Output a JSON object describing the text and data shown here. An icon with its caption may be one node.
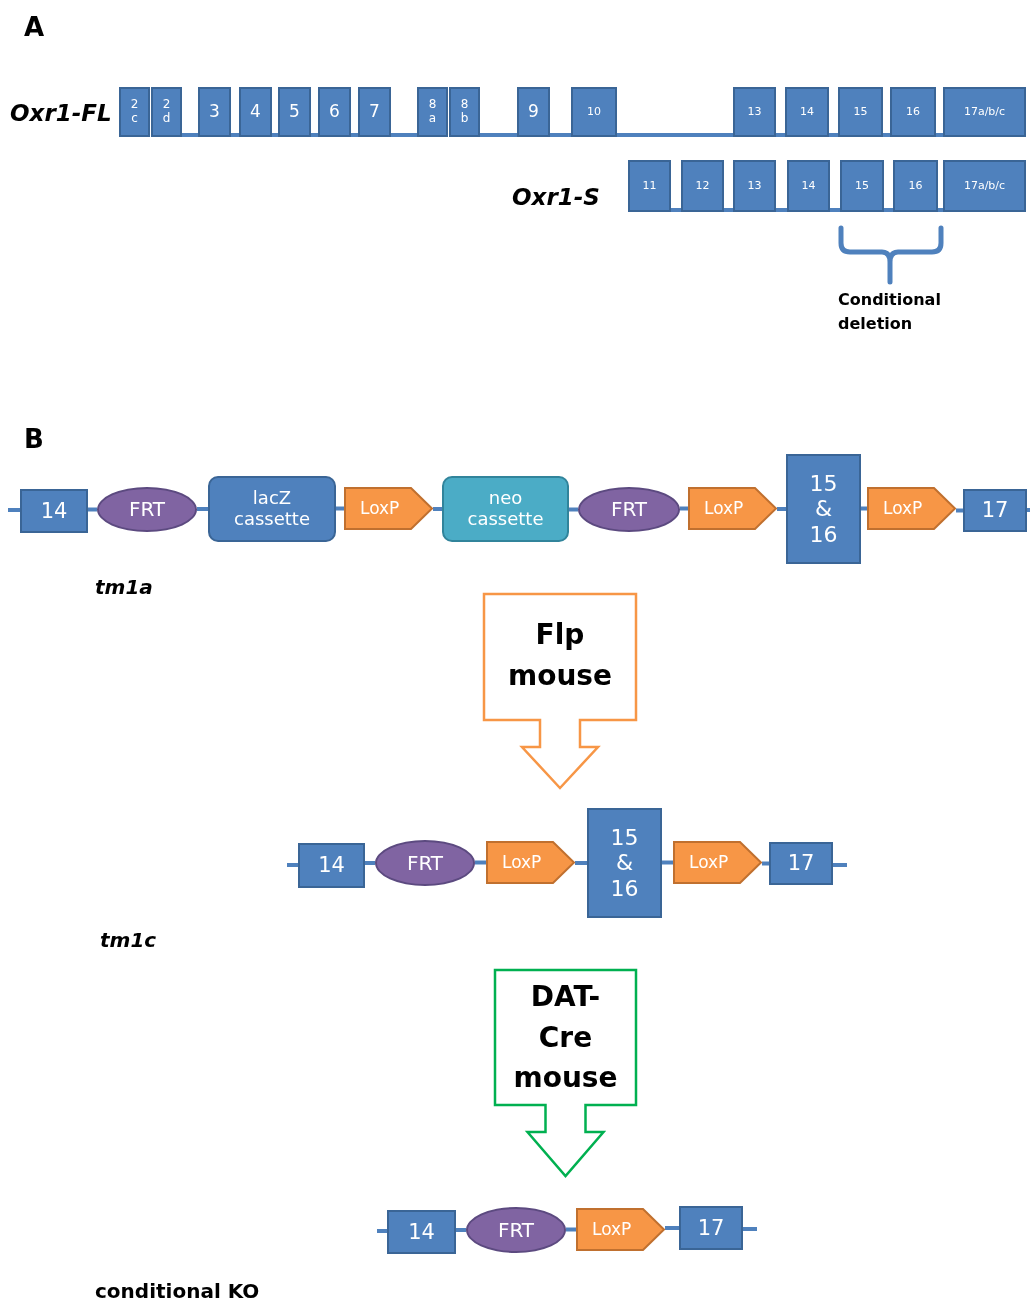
{
  "diagram": {
    "nodes": [
      {
        "text": [
          "2 c"
        ]
      },
      {
        "text": [
          "2 d"
        ]
      },
      {
        "text": [
          "3"
        ]
      },
      {
        "text": [
          "4"
        ]
      },
      {
        "text": [
          "5"
        ]
      },
      {
        "text": [
          "6"
        ]
      },
      {
        "text": [
          "7"
        ]
      },
      {
        "text": [
          "8 a"
        ]
      },
      {
        "text": [
          "8 b"
        ]
      },
      {
        "text": [
          "9"
        ]
      },
      {
        "text": [
          "10"
        ]
      },
      {
        "text": [
          "13"
        ]
      },
      {
        "text": [
          "14"
        ]
      },
      {
        "text": [
          "15"
        ]
      },
      {
        "text": [
          "16"
        ]
      },
      {
        "text": [
          "17a/b/c"
        ]
      },
      {
        "text": [
          "11"
        ]
      },
      {
        "text": [
          "12"
        ]
      },
      {
        "text": [
          "13"
        ]
      },
      {
        "text": [
          "14"
        ]
      },
      {
        "text": [
          "15"
        ]
      },
      {
        "text": [
          "16"
        ]
      },
      {
        "text": [
          "17a/b/c"
        ]
      },
      {
        "text": [
          "14"
        ]
      },
      {
        "text": [
          "FRT"
        ]
      },
      {
        "text": [
          "lacZ cassette"
        ]
      },
      {
        "text": [
          "LoxP"
        ]
      },
      {
        "text": [
          "neo cassette"
        ]
      },
      {
        "text": [
          "FRT"
        ]
      },
      {
        "text": [
          "LoxP"
        ]
      },
      {
        "text": [
          "15 & 16"
        ]
      },
      {
        "text": [
          "LoxP"
        ]
      },
      {
        "text": [
          "17"
        ]
      },
      {
        "text": [
          "Flp mouse"
        ]
      },
      {
        "text": [
          "14"
        ]
      },
      {
        "text": [
          "FRT"
        ]
      },
      {
        "text": [
          "LoxP"
        ]
      },
      {
        "text": [
          "15 & 16"
        ]
      },
      {
        "text": [
          "LoxP"
        ]
      },
      {
        "text": [
          "17"
        ]
      },
      {
        "text": [
          "DAT-Cre mouse"
        ]
      },
      {
        "text": [
          "14"
        ]
      },
      {
        "text": [
          "FRT"
        ]
      },
      {
        "text": [
          "LoxP"
        ]
      },
      {
        "text": [
          "17"
        ]
      }
    ],
    "edges": [
      {
        "from": 1,
        "to": 2,
        "arrow": "none"
      },
      {
        "from": 2,
        "to": 3,
        "arrow": "none"
      },
      {
        "from": 3,
        "to": 4,
        "arrow": "none"
      },
      {
        "from": 4,
        "to": 5,
        "arrow": "none"
      },
      {
        "from": 5,
        "to": 6,
        "arrow": "none"
      },
      {
        "from": 6,
        "to": 7,
        "arrow": "none"
      },
      {
        "from": 8,
        "to": 9,
        "arrow": "none"
      },
      {
        "from": 9,
        "to": 10,
        "arrow": "none"
      },
      {
        "from": 10,
        "to": 11,
        "arrow": "none"
      },
      {
        "from": 11,
        "to": 12,
        "arrow": "none"
      },
      {
        "from": 12,
        "to": 13,
        "arrow": "none"
      },
      {
        "from": 13,
        "to": 14,
        "arrow": "none"
      },
      {
        "from": 14,
        "to": 15,
        "arrow": "none"
      },
      {
        "from": 16,
        "to": 17,
        "arrow": "none"
      },
      {
        "from": 17,
        "to": 18,
        "arrow": "none"
      },
      {
        "from": 18,
        "to": 19,
        "arrow": "none"
      },
      {
        "from": 19,
        "to": 20,
        "arrow": "none"
      },
      {
        "from": 20,
        "to": 21,
        "arrow": "none"
      },
      {
        "from": 21,
        "to": 22,
        "arrow": "none"
      },
      {
        "from": 23,
        "to": 24,
        "arrow": "none"
      },
      {
        "from": 24,
        "to": 25,
        "arrow": "none"
      },
      {
        "from": 25,
        "to": 26,
        "arrow": "none"
      },
      {
        "from": 26,
        "to": 27,
        "arrow": "none"
      },
      {
        "from": 27,
        "to": 28,
        "arrow": "none"
      },
      {
        "from": 28,
        "to": 29,
        "arrow": "none"
      },
      {
        "from": 29,
        "to": 30,
        "arrow": "none"
      },
      {
        "from": 30,
        "to": 31,
        "arrow": "none"
      },
      {
        "from": 31,
        "to": 32,
        "arrow": "none"
      },
      {
        "from": 34,
        "to": 35,
        "arrow": "none"
      },
      {
        "from": 35,
        "to": 36,
        "arrow": "none"
      },
      {
        "from": 36,
        "to": 37,
        "arrow": "none"
      },
      {
        "from": 37,
        "to": 38,
        "arrow": "none"
      },
      {
        "from": 38,
        "to": 39,
        "arrow": "none"
      },
      {
        "from": 41,
        "to": 42,
        "arrow": "none"
      },
      {
        "from": 42,
        "to": 43,
        "arrow": "none"
      },
      {
        "from": 43,
        "to": 44,
        "arrow": "none"
      }
    ],
    "labels": [
      "A",
      "Oxr1-FL",
      "Oxr1-S",
      "Conditional deletion",
      "B",
      "tm1a",
      "tm1c",
      "conditional KO"
    ]
  }
}
